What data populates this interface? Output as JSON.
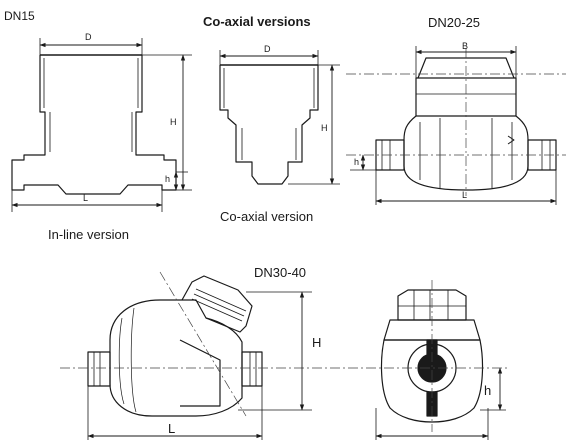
{
  "titles": {
    "dn15": "DN15",
    "coaxial_versions": "Co-axial versions",
    "dn20_25": "DN20-25",
    "dn30_40": "DN30-40"
  },
  "captions": {
    "inline_version": "In-line version",
    "coaxial_version": "Co-axial version"
  },
  "dimensions": {
    "D": "D",
    "H": "H",
    "h": "h",
    "L": "L",
    "B": "B"
  },
  "colors": {
    "line": "#1a1a1a",
    "center_line": "#444444",
    "background": "#ffffff"
  }
}
